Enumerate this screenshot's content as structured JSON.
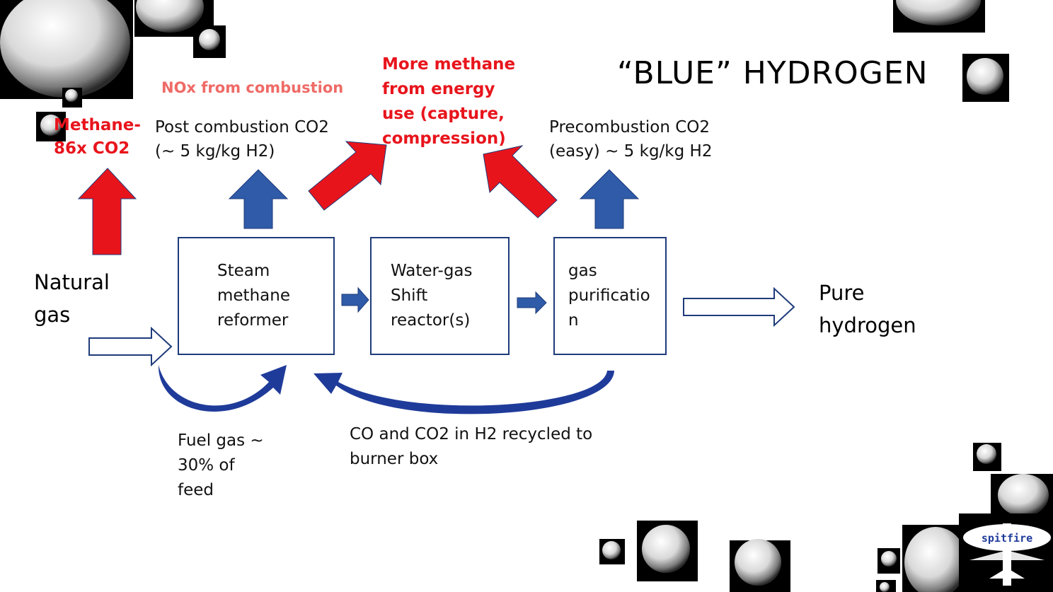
{
  "title": "“BLUE” HYDROGEN",
  "labels": {
    "nox": "NOx from combustion",
    "more_methane": "More methane\nfrom energy\nuse (capture,\ncompression)",
    "methane": "Methane-\n86x CO2",
    "post_combustion": "Post combustion CO2\n(~ 5 kg/kg H2)",
    "precombustion": "Precombustion CO2\n(easy) ~ 5 kg/kg H2",
    "natural_gas": "Natural\ngas",
    "pure_hydrogen": "Pure\nhydrogen",
    "fuel_gas": "Fuel gas ~\n30% of\nfeed",
    "recycle": "CO and CO2 in H2 recycled to\nburner box"
  },
  "boxes": {
    "reformer": "Steam\nmethane\nreformer",
    "shift": "Water-gas\nShift\nreactor(s)",
    "purification": " gas\npurificatio\nn"
  },
  "logo": "spitfire",
  "colors": {
    "box_border": "#1f3b7a",
    "blue_arrow": "#2f5ba8",
    "red_arrow": "#e8141c",
    "red_text": "#e8141c",
    "pink_text": "#ef6a66"
  }
}
